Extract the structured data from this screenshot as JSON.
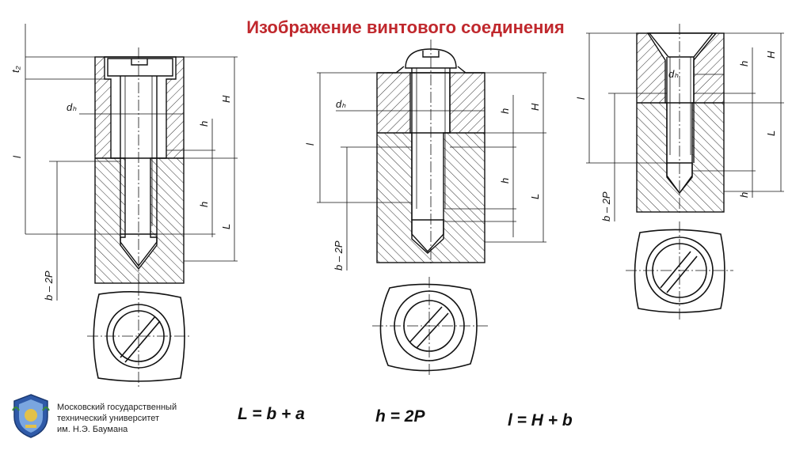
{
  "slide": {
    "title": "Изображение винтового соединения",
    "university": [
      "Московский государственный",
      "технический университет",
      "им. Н.Э. Баумана"
    ],
    "formulas": [
      "L =  b + a",
      "h = 2P",
      "l = H + b"
    ]
  },
  "diagram": {
    "labels": {
      "t2": "t₂",
      "l": "l",
      "dh": "dₕ",
      "b2p": "b – 2P",
      "H": "H",
      "h": "h",
      "L": "L"
    },
    "colors": {
      "title": "#c0282d",
      "line": "#111111"
    }
  }
}
